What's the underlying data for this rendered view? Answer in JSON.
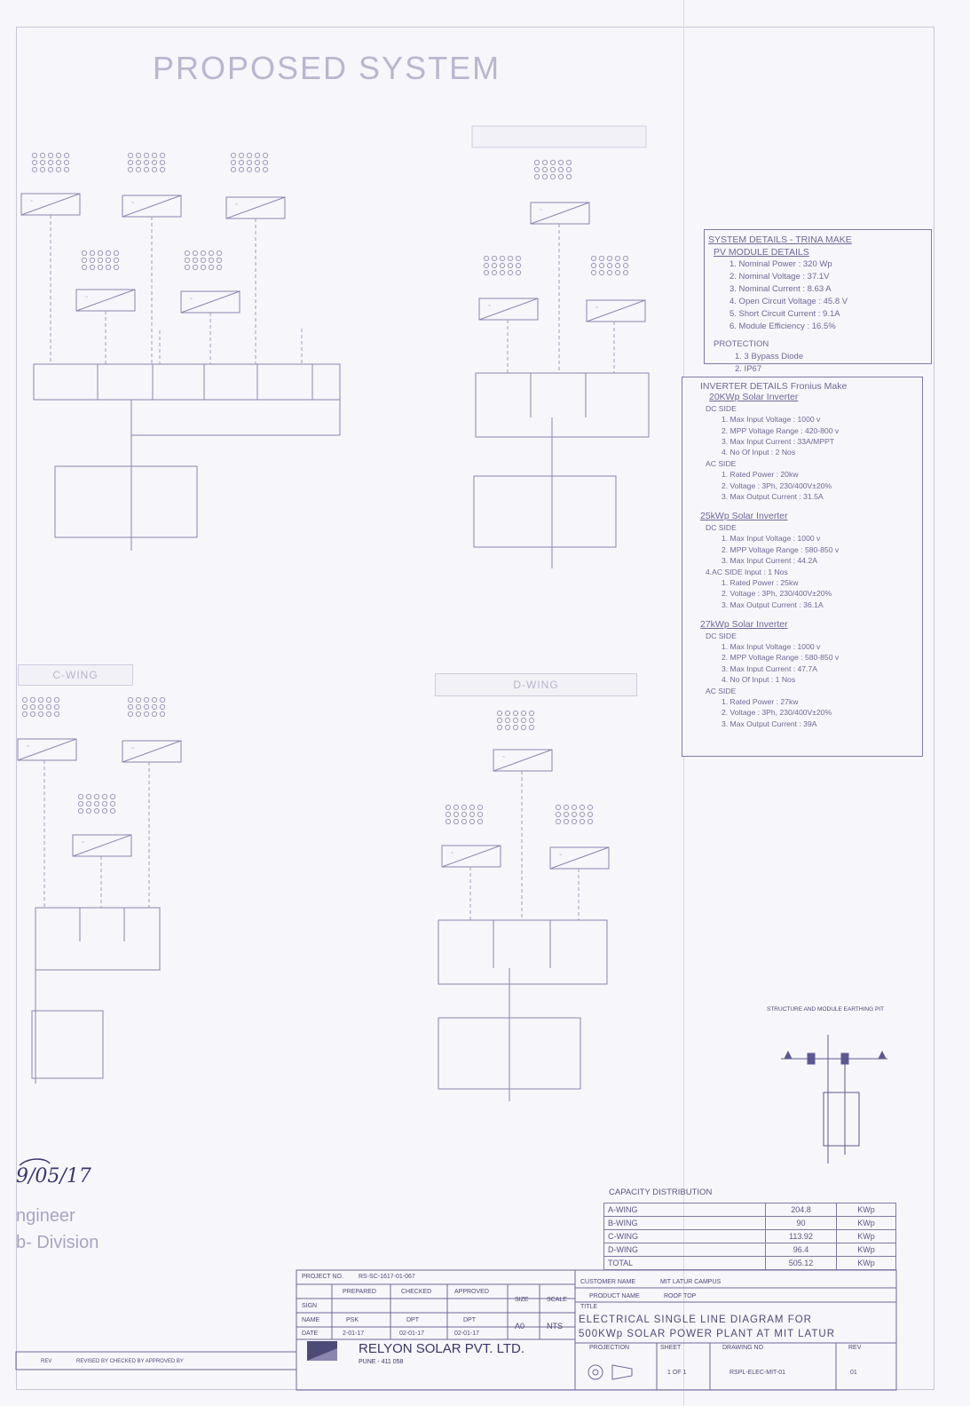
{
  "page": {
    "title": "PROPOSED SYSTEM"
  },
  "wings": {
    "c_wing_label": "C-WING",
    "d_wing_label": "D-WING"
  },
  "system_details": {
    "heading": "SYSTEM DETAILS - TRINA MAKE",
    "pv_heading": "PV MODULE DETAILS",
    "pv_items": [
      "1.  Nominal Power : 320 Wp",
      "2.  Nominal Voltage : 37.1V",
      "3.  Nominal Current : 8.63 A",
      "4.  Open Circuit Voltage : 45.8 V",
      "5.  Short Circuit Current : 9.1A",
      "6.  Module Efficiency : 16.5%"
    ],
    "protection_heading": "PROTECTION",
    "protection_items": [
      "1.    3 Bypass Diode",
      "2.    IP67"
    ]
  },
  "inverter_details": {
    "heading": "INVERTER DETAILS Fronius Make",
    "inv20": {
      "title": "20KWp Solar Inverter",
      "dc_side": "DC SIDE",
      "dc_items": [
        "1.   Max Input Voltage : 1000 v",
        "2.   MPP Voltage Range : 420-800 v",
        "3.   Max Input Current : 33A/MPPT",
        "4.   No Of Input : 2 Nos"
      ],
      "ac_side": "AC SIDE",
      "ac_items": [
        "1.   Rated Power : 20kw",
        "2.   Voltage : 3Ph, 230/400V±20%",
        "3.   Max Output Current : 31.5A"
      ]
    },
    "inv25": {
      "title": "25kWp Solar Inverter",
      "dc_side": "DC SIDE",
      "dc_items": [
        "1.   Max Input Voltage : 1000 v",
        "2.   MPP Voltage Range : 580-850 v",
        "3.   Max Input Current : 44.2A"
      ],
      "dc_last": "4.AC SIDE Input : 1 Nos",
      "ac_items": [
        "1.   Rated Power : 25kw",
        "2.   Voltage : 3Ph, 230/400V±20%",
        "3.   Max Output Current : 36.1A"
      ]
    },
    "inv27": {
      "title": "27kWp Solar Inverter",
      "dc_side": "DC SIDE",
      "dc_items": [
        "1.   Max Input Voltage : 1000 v",
        "2.   MPP Voltage Range : 580-850 v",
        "3.   Max Input Current : 47.7A",
        "4.   No Of Input : 1 Nos"
      ],
      "ac_side": "AC SIDE",
      "ac_items": [
        "1.   Rated Power : 27kw",
        "2.   Voltage : 3Ph, 230/400V±20%",
        "3.   Max Output Current : 39A"
      ]
    }
  },
  "structure": {
    "title": "STRUCTURE AND MODULE EARTHING PIT"
  },
  "capacity": {
    "title": "CAPACITY DISTRIBUTION",
    "rows": [
      {
        "wing": "A-WING",
        "value": "204.8",
        "unit": "KWp"
      },
      {
        "wing": "B-WING",
        "value": "90",
        "unit": "KWp"
      },
      {
        "wing": "C-WING",
        "value": "113.92",
        "unit": "KWp"
      },
      {
        "wing": "D-WING",
        "value": "96.4",
        "unit": "KWp"
      },
      {
        "wing": "TOTAL",
        "value": "505.12",
        "unit": "KWp"
      }
    ]
  },
  "signature": {
    "date": "9/05/17",
    "stamp_line1": "ngineer",
    "stamp_line2": "b- Division"
  },
  "title_block": {
    "project_no_label": "PROJECT NO.",
    "project_no": "RS-SC-1617-01-067",
    "prepared": "PREPARED",
    "checked": "CHECKED",
    "approved": "APPROVED",
    "sign": "SIGN",
    "name": "NAME",
    "date": "DATE",
    "prepared_name": "PSK",
    "checked_name": "DPT",
    "approved_name": "DPT",
    "prepared_date": "2-01-17",
    "checked_date": "02-01-17",
    "approved_date": "02-01-17",
    "size_label": "SIZE",
    "scale_label": "SCALE",
    "size": "A0",
    "scale": "NTS",
    "customer_label": "CUSTOMER NAME",
    "customer": "MIT LATUR CAMPUS",
    "product_label": "PRODUCT NAME",
    "product": "ROOF TOP",
    "title_label": "TITLE",
    "drawing_title_1": "ELECTRICAL SINGLE LINE DIAGRAM FOR",
    "drawing_title_2": "500KWp SOLAR POWER PLANT AT MIT LATUR",
    "company": "RELYON SOLAR PVT. LTD.",
    "company_city": "PUNE - 411 058",
    "projection_label": "PROJECTION",
    "sheet_label": "SHEET",
    "sheet": "1 OF 1",
    "drawing_no_label": "DRAWING NO",
    "drawing_no": "RSPL-ELEC-MIT-01",
    "rev_label": "REV",
    "rev": "01"
  },
  "footer": {
    "rev_label": "REV",
    "revision_text": "REVISED BY CHECKED BY APPROVED BY"
  }
}
